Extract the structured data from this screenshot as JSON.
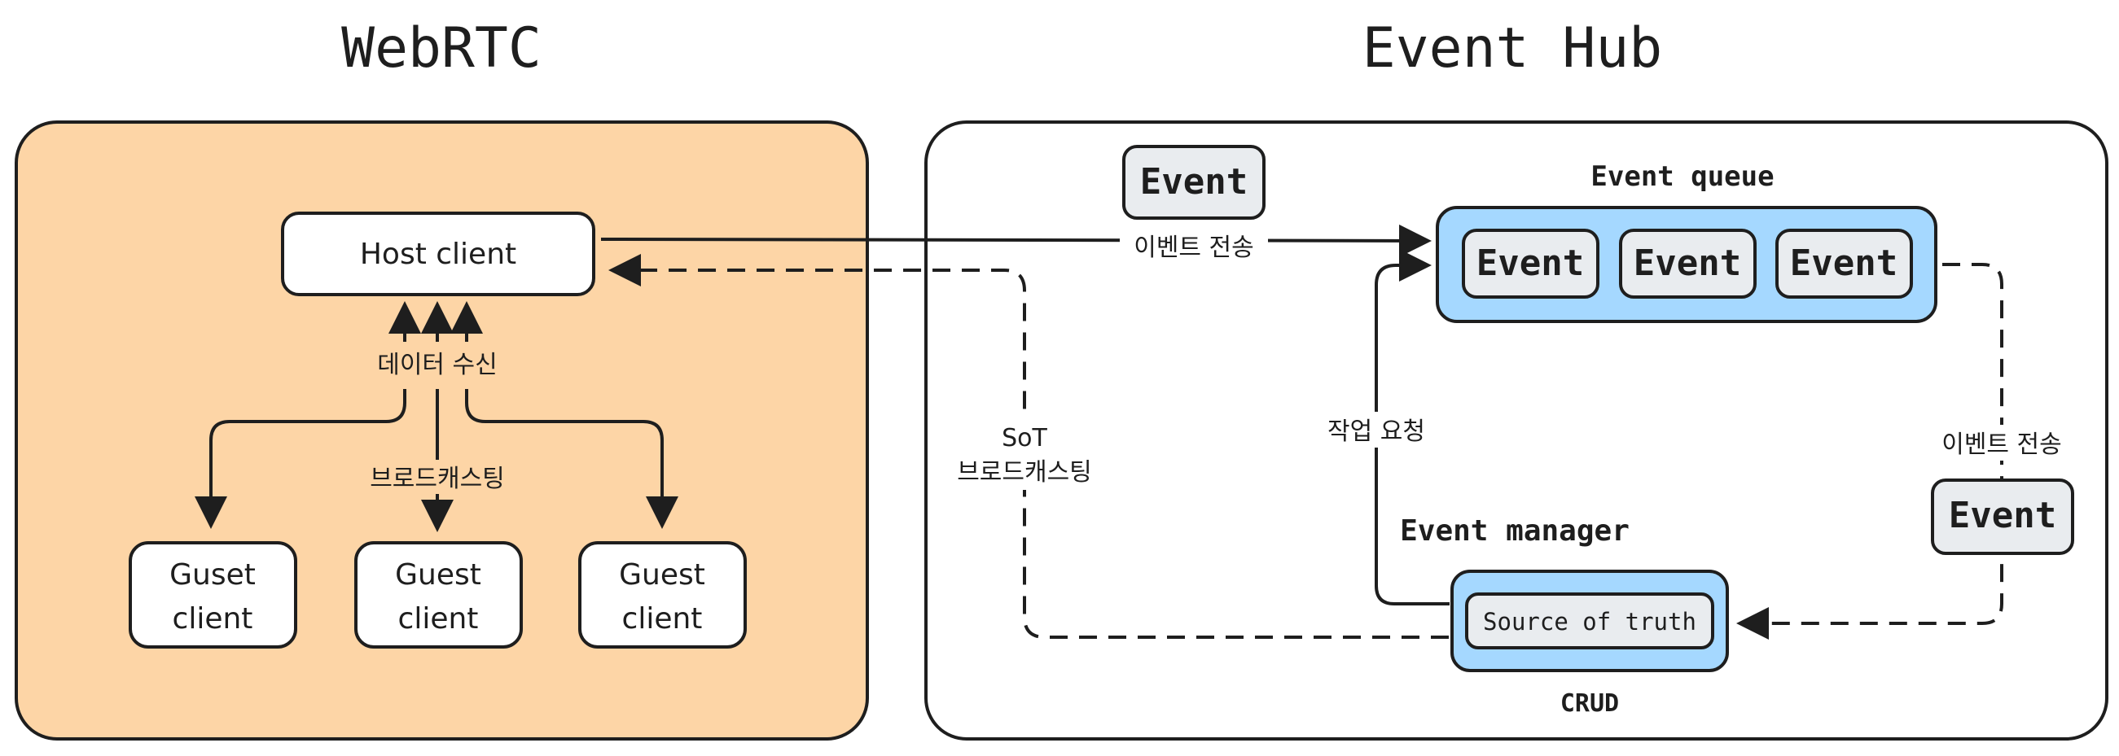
{
  "titles": {
    "left": "WebRTC",
    "right": "Event Hub"
  },
  "webrtc": {
    "host": "Host client",
    "receive_label": "데이터 수신",
    "broadcast_label": "브로드캐스팅",
    "guests": [
      {
        "line1": "Guset",
        "line2": "client"
      },
      {
        "line1": "Guest",
        "line2": "client"
      },
      {
        "line1": "Guest",
        "line2": "client"
      }
    ]
  },
  "hub": {
    "floating_event": "Event",
    "queue_title": "Event queue",
    "queue_events": [
      "Event",
      "Event",
      "Event"
    ],
    "send_label_top": "이벤트 전송",
    "send_label_right": "이벤트 전송",
    "right_event": "Event",
    "task_request_label": "작업 요청",
    "sot_label_line1": "SoT",
    "sot_label_line2": "브로드캐스팅",
    "manager_title": "Event manager",
    "source_of_truth": "Source of truth",
    "crud_label": "CRUD"
  },
  "colors": {
    "webrtc_bg": "#fdd5a6",
    "queue_bg": "#a5d8ff",
    "event_chip": "#e9ecef",
    "stroke": "#1e1e1e"
  }
}
